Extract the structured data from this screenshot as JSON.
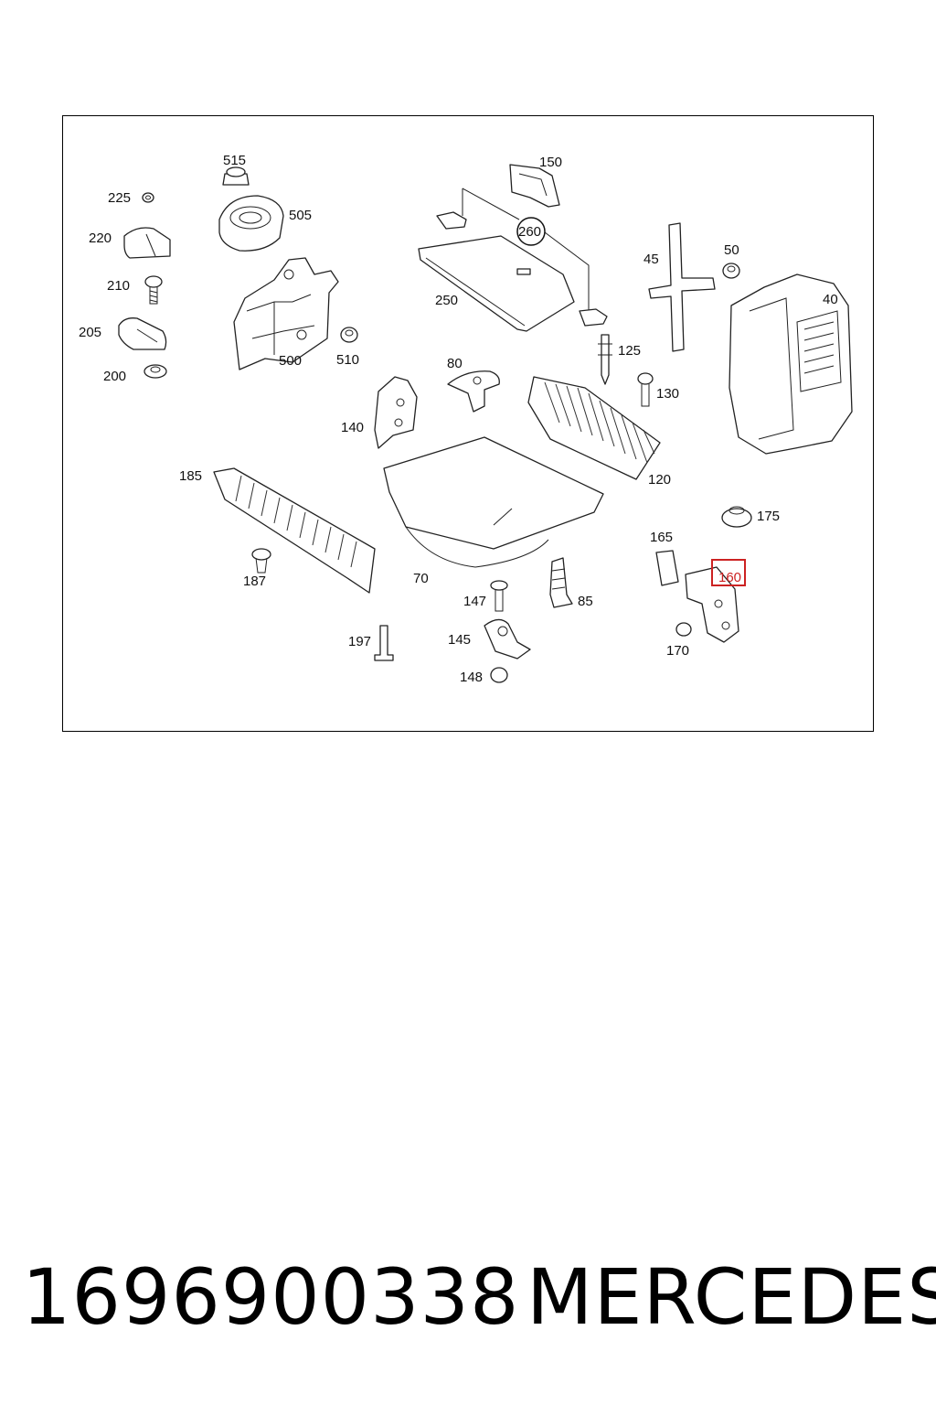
{
  "diagram": {
    "highlighted_callout": "160",
    "highlight_color": "#cc2222",
    "callouts": [
      "515",
      "225",
      "505",
      "220",
      "210",
      "205",
      "200",
      "500",
      "510",
      "150",
      "260",
      "250",
      "45",
      "50",
      "40",
      "125",
      "80",
      "130",
      "140",
      "120",
      "185",
      "175",
      "165",
      "160",
      "187",
      "70",
      "147",
      "85",
      "197",
      "145",
      "170",
      "148"
    ]
  },
  "footer": {
    "part_number": "1696900338",
    "brand": "MERCEDES"
  }
}
